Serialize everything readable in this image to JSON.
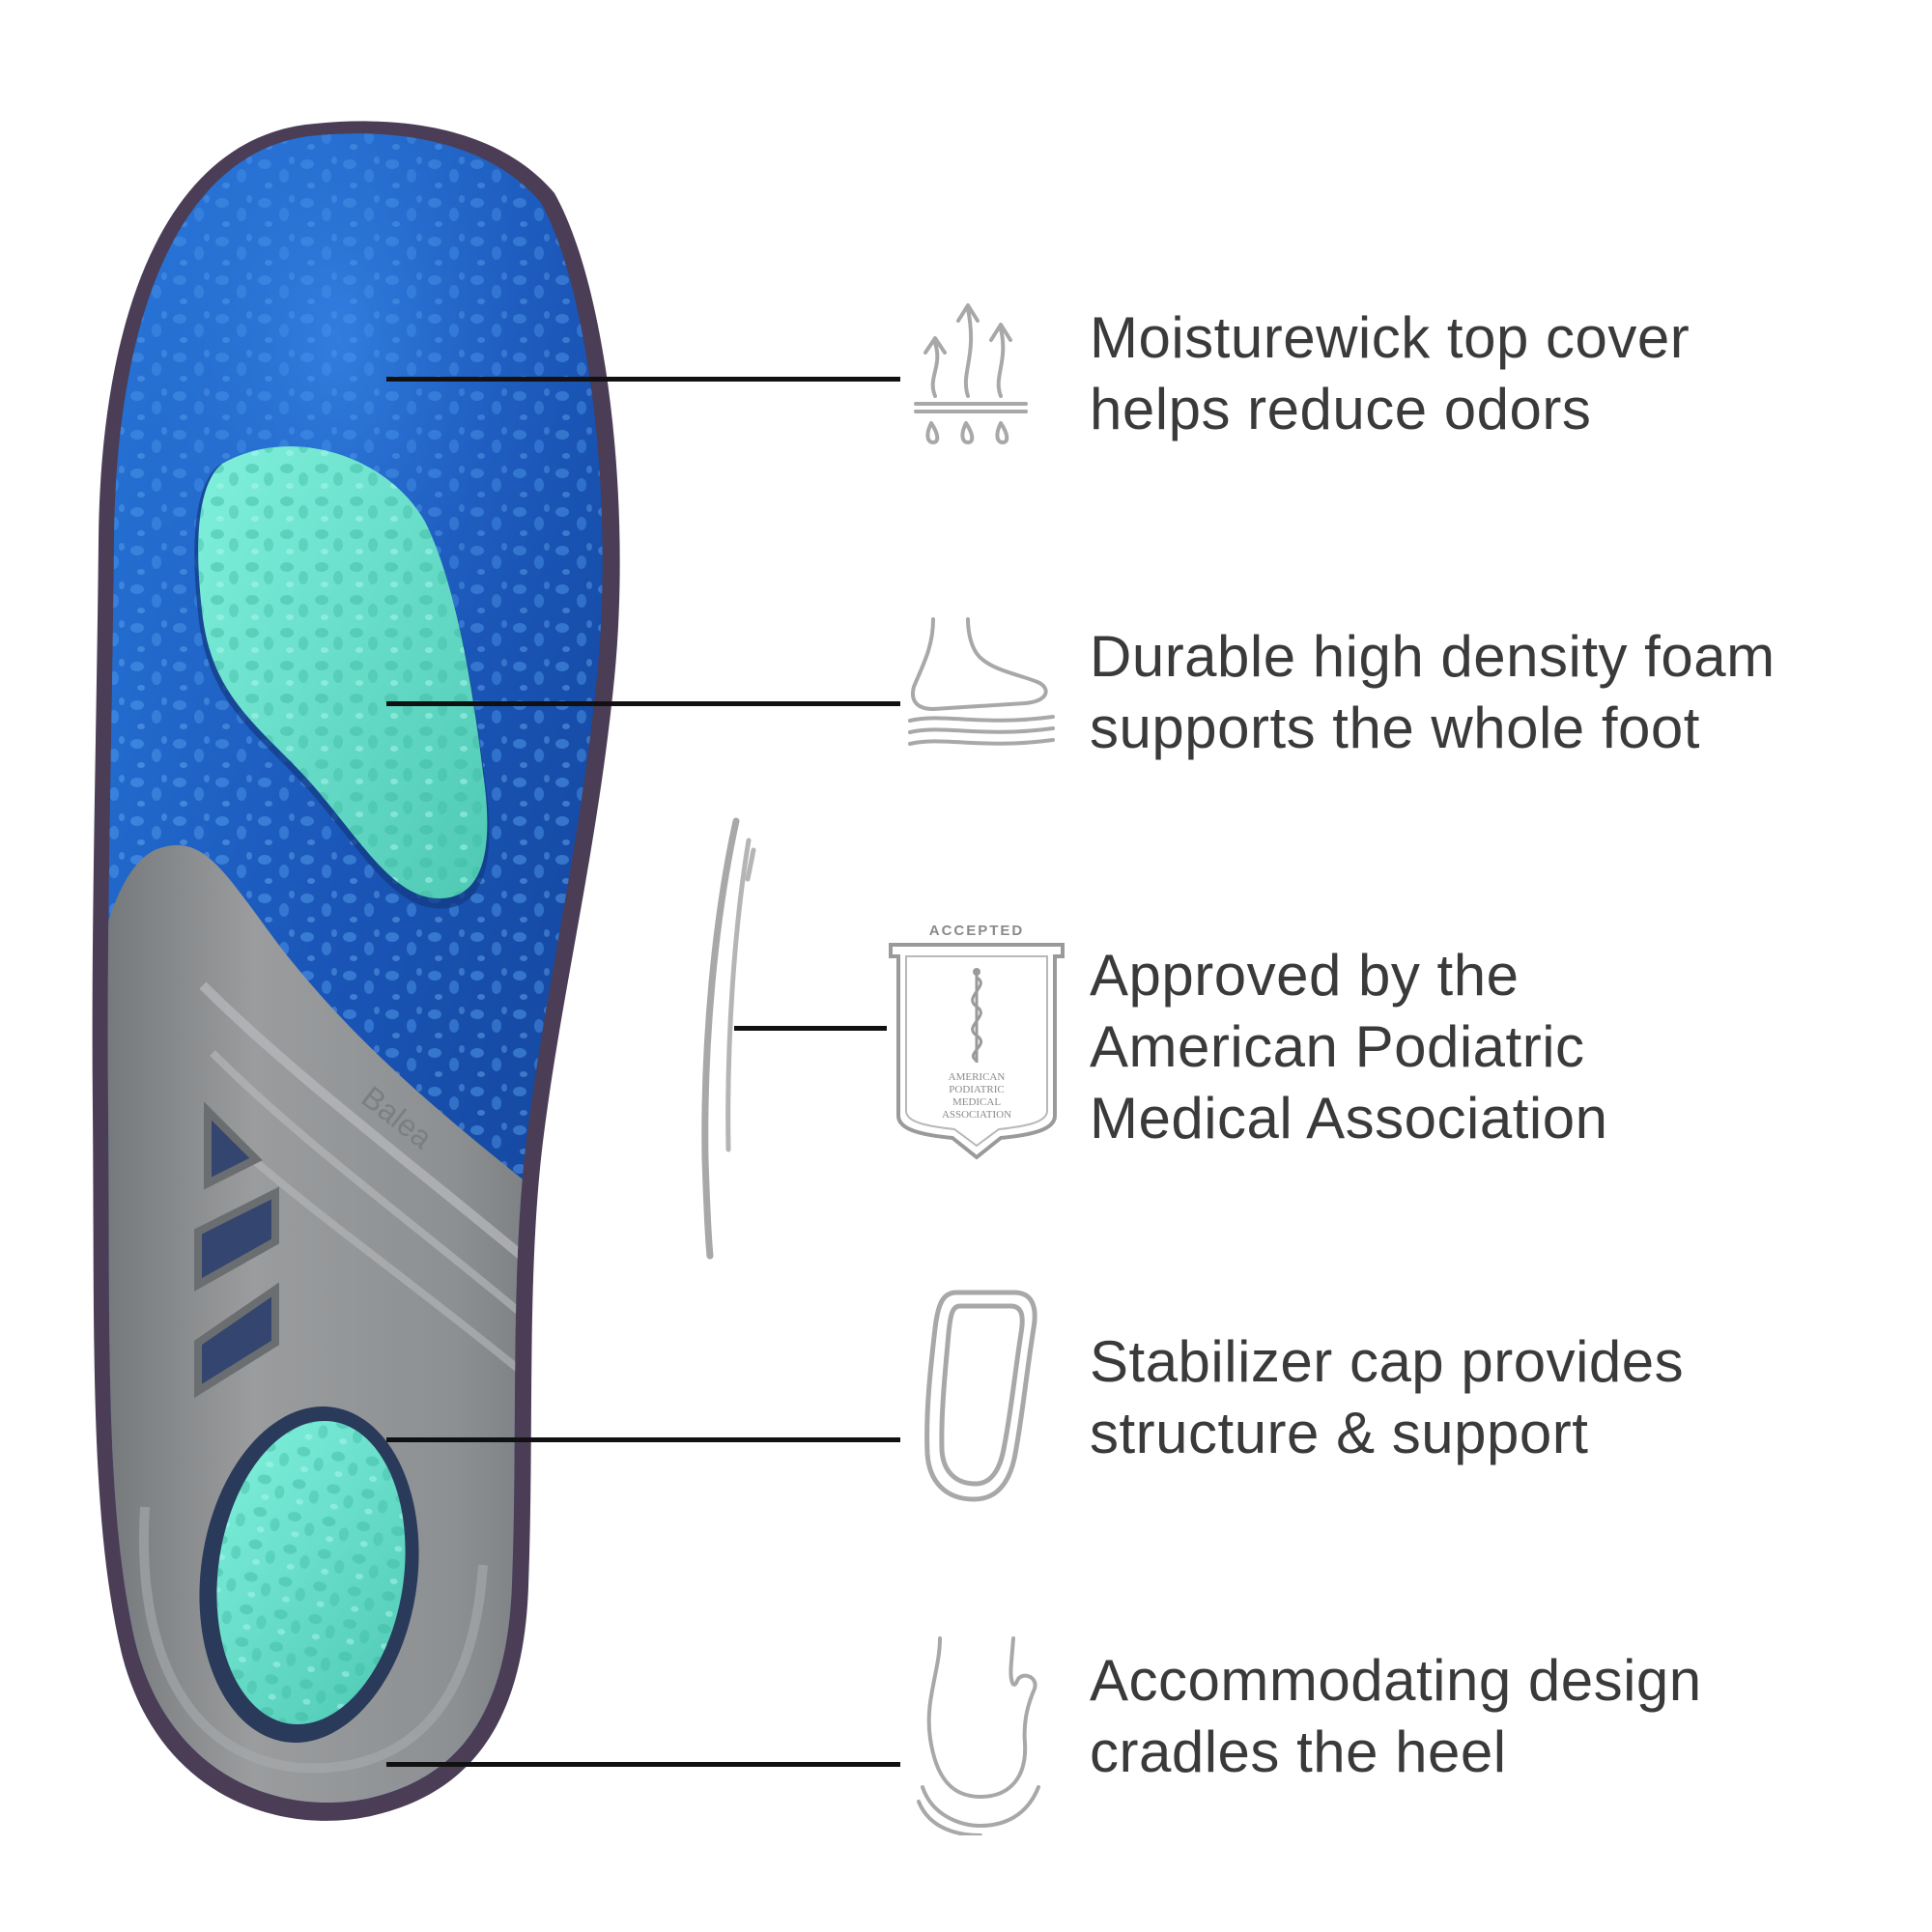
{
  "features": [
    {
      "line1": "Moisturewick top cover",
      "line2": "helps reduce odors",
      "icon": "moisture-wicking-icon"
    },
    {
      "line1": "Durable high density foam",
      "line2": "supports the whole foot",
      "icon": "foot-foam-icon"
    },
    {
      "line1": "Approved by the",
      "line2": "American Podiatric",
      "line3": "Medical Association",
      "icon": "apma-seal-icon"
    },
    {
      "line1": "Stabilizer cap provides",
      "line2": "structure & support",
      "icon": "stabilizer-cap-icon"
    },
    {
      "line1": "Accommodating design",
      "line2": "cradles the heel",
      "icon": "heel-cradle-icon"
    }
  ],
  "seal": {
    "top": "ACCEPTED",
    "lines": [
      "AMERICAN",
      "PODIATRIC",
      "MEDICAL",
      "ASSOCIATION"
    ]
  },
  "insole": {
    "brand": "Balea"
  },
  "colors": {
    "gel_blue": "#1f5fc4",
    "gel_teal": "#6fe3cf",
    "stabilizer_gray": "#8e9193",
    "icon_gray": "#a8a8a8",
    "text": "#3a3a3a"
  }
}
